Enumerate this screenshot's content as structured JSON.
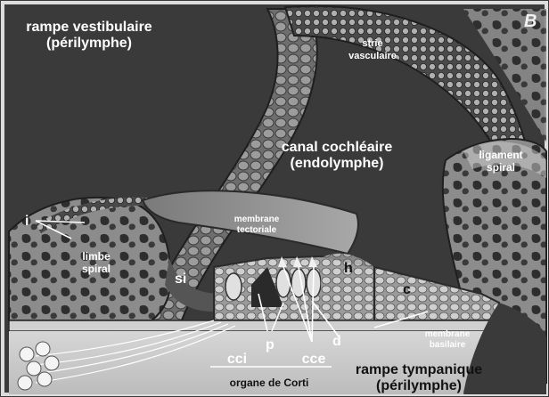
{
  "figure": {
    "panel_letter": "B",
    "labels": {
      "rampe_vestibulaire_line1": "rampe vestibulaire",
      "rampe_vestibulaire_line2": "(périlymphe)",
      "strie_line1": "strie",
      "strie_line2": "vasculaire",
      "canal_line1": "canal cochléaire",
      "canal_line2": "(endolymphe)",
      "ligament_line1": "ligament",
      "ligament_line2": "spiral",
      "membrane_tectoriale_line1": "membrane",
      "membrane_tectoriale_line2": "tectoriale",
      "i": "i",
      "limbe_line1": "limbe",
      "limbe_line2": "spiral",
      "si": "si",
      "h": "h",
      "c": "c",
      "p": "p",
      "d": "d",
      "cci": "cci",
      "cce": "cce",
      "membrane_basilaire_line1": "membrane",
      "membrane_basilaire_line2": "basilaire",
      "organe_de_corti": "organe de Corti",
      "rampe_tympanique_line1": "rampe tympanique",
      "rampe_tympanique_line2": "(périlymphe)"
    },
    "colors": {
      "background": "#3a3a3a",
      "tissue_dark": "#555555",
      "tissue_mid": "#8a8a8a",
      "tissue_light": "#c4c4c4",
      "membrane": "#9a9a9a",
      "text_light": "#ffffff",
      "text_dark": "#111111"
    }
  }
}
